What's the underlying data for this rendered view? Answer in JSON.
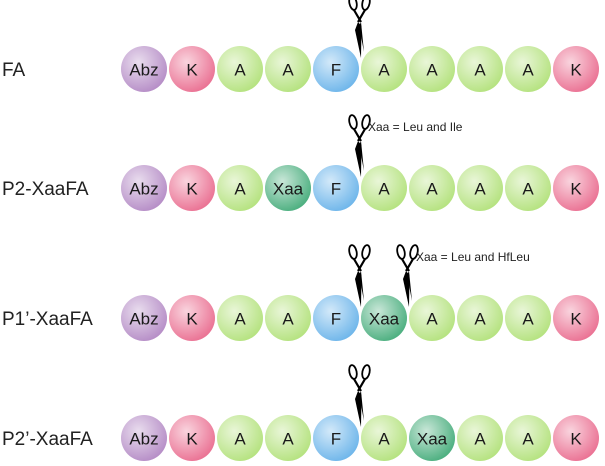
{
  "colors": {
    "abz": "#b58cc6",
    "lys": "#ea7092",
    "ala": "#b4e27e",
    "phe": "#6db5ea",
    "xaa": "#4aae7e"
  },
  "rows": [
    {
      "label": "FA",
      "residues": [
        {
          "text": "Abz",
          "kind": "abz"
        },
        {
          "text": "K",
          "kind": "lys"
        },
        {
          "text": "A",
          "kind": "ala"
        },
        {
          "text": "A",
          "kind": "ala"
        },
        {
          "text": "F",
          "kind": "phe"
        },
        {
          "text": "A",
          "kind": "ala"
        },
        {
          "text": "A",
          "kind": "ala"
        },
        {
          "text": "A",
          "kind": "ala"
        },
        {
          "text": "A",
          "kind": "ala"
        },
        {
          "text": "K",
          "kind": "lys"
        }
      ],
      "cleavage_after": [
        5
      ],
      "note": ""
    },
    {
      "label": "P2-XaaFA",
      "residues": [
        {
          "text": "Abz",
          "kind": "abz"
        },
        {
          "text": "K",
          "kind": "lys"
        },
        {
          "text": "A",
          "kind": "ala"
        },
        {
          "text": "Xaa",
          "kind": "xaa"
        },
        {
          "text": "F",
          "kind": "phe"
        },
        {
          "text": "A",
          "kind": "ala"
        },
        {
          "text": "A",
          "kind": "ala"
        },
        {
          "text": "A",
          "kind": "ala"
        },
        {
          "text": "A",
          "kind": "ala"
        },
        {
          "text": "K",
          "kind": "lys"
        }
      ],
      "cleavage_after": [
        5
      ],
      "note": "Xaa = Leu and Ile"
    },
    {
      "label": "P1’-XaaFA",
      "residues": [
        {
          "text": "Abz",
          "kind": "abz"
        },
        {
          "text": "K",
          "kind": "lys"
        },
        {
          "text": "A",
          "kind": "ala"
        },
        {
          "text": "A",
          "kind": "ala"
        },
        {
          "text": "F",
          "kind": "phe"
        },
        {
          "text": "Xaa",
          "kind": "xaa"
        },
        {
          "text": "A",
          "kind": "ala"
        },
        {
          "text": "A",
          "kind": "ala"
        },
        {
          "text": "A",
          "kind": "ala"
        },
        {
          "text": "K",
          "kind": "lys"
        }
      ],
      "cleavage_after": [
        5,
        6
      ],
      "note": "Xaa = Leu and HfLeu"
    },
    {
      "label": "P2’-XaaFA",
      "residues": [
        {
          "text": "Abz",
          "kind": "abz"
        },
        {
          "text": "K",
          "kind": "lys"
        },
        {
          "text": "A",
          "kind": "ala"
        },
        {
          "text": "A",
          "kind": "ala"
        },
        {
          "text": "F",
          "kind": "phe"
        },
        {
          "text": "A",
          "kind": "ala"
        },
        {
          "text": "Xaa",
          "kind": "xaa"
        },
        {
          "text": "A",
          "kind": "ala"
        },
        {
          "text": "A",
          "kind": "ala"
        },
        {
          "text": "K",
          "kind": "lys"
        }
      ],
      "cleavage_after": [
        5
      ],
      "note": ""
    }
  ]
}
